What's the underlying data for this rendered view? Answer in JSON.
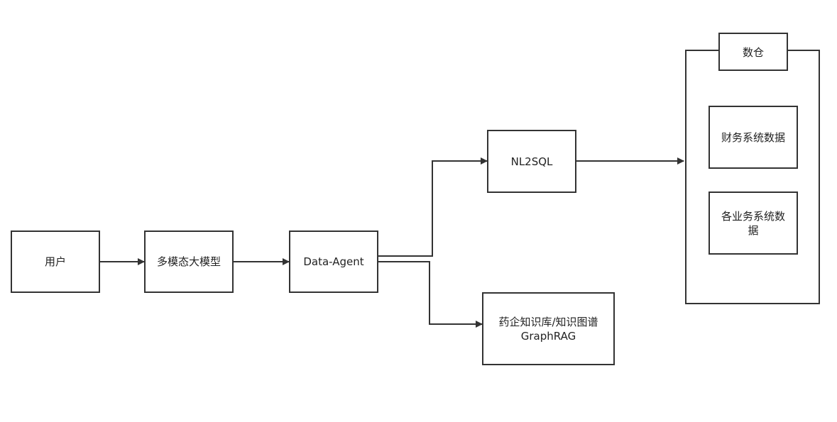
{
  "diagram": {
    "nodes": {
      "user": {
        "label": "用户"
      },
      "llm": {
        "label": "多模态大模型"
      },
      "agent": {
        "label": "Data-Agent"
      },
      "nl2sql": {
        "label": "NL2SQL"
      },
      "kb": {
        "label": "药企知识库/知识图谱\nGraphRAG"
      }
    },
    "warehouse": {
      "title": "数仓",
      "items": [
        {
          "label": "财务系统数据"
        },
        {
          "label": "各业务系统数\n据"
        }
      ]
    },
    "edges": [
      {
        "from": "user",
        "to": "llm"
      },
      {
        "from": "llm",
        "to": "agent"
      },
      {
        "from": "agent",
        "to": "nl2sql"
      },
      {
        "from": "agent",
        "to": "kb"
      },
      {
        "from": "nl2sql",
        "to": "warehouse"
      }
    ]
  },
  "colors": {
    "stroke": "#333333",
    "text": "#222222",
    "background": "#ffffff"
  }
}
